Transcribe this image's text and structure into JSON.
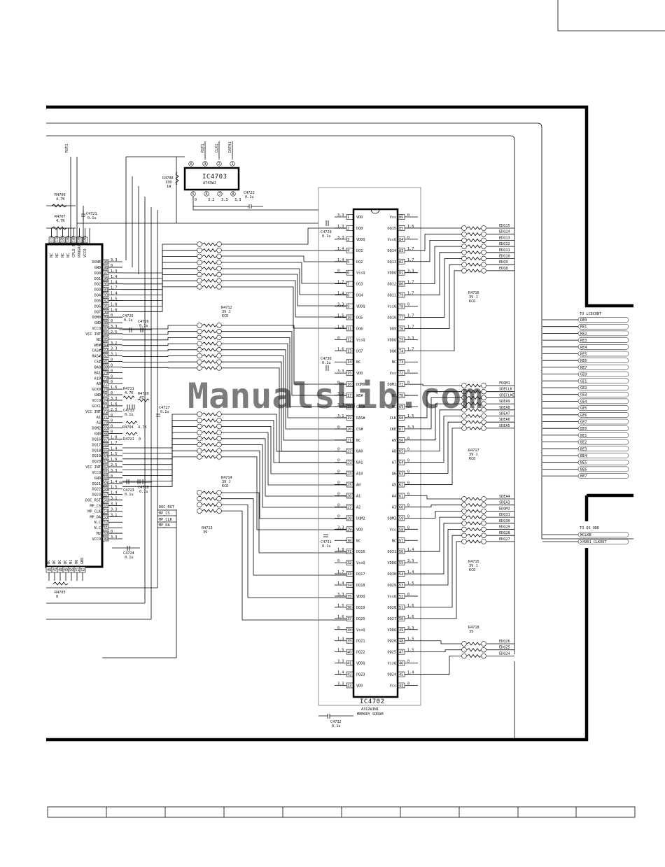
{
  "watermark": "ManualsLib.com",
  "left_ic": {
    "pins": [
      {
        "name": "DONE",
        "num": "96",
        "net": "3.3"
      },
      {
        "name": "GND",
        "num": "98",
        "net": "0"
      },
      {
        "name": "DQ0",
        "num": "97",
        "net": "1.3"
      },
      {
        "name": "DQ1",
        "num": "96",
        "net": "1.4"
      },
      {
        "name": "DQ2",
        "num": "95",
        "net": "1.4"
      },
      {
        "name": "DQ3",
        "num": "94",
        "net": "1.7"
      },
      {
        "name": "DQ4",
        "num": "93",
        "net": "1.4"
      },
      {
        "name": "DQ5",
        "num": "92",
        "net": "1.5"
      },
      {
        "name": "DQ6",
        "num": "91",
        "net": "1.8"
      },
      {
        "name": "DQ7",
        "num": "90",
        "net": "1.6"
      },
      {
        "name": "DQM0",
        "num": "89",
        "net": "0"
      },
      {
        "name": "GND",
        "num": "88",
        "net": "0"
      },
      {
        "name": "VCCO",
        "num": "87",
        "net": "3.3"
      },
      {
        "name": "VCC INT",
        "num": "86",
        "net": "2.5"
      },
      {
        "name": "NC",
        "num": "85",
        "net": ""
      },
      {
        "name": "WE#",
        "num": "84",
        "net": "3.2"
      },
      {
        "name": "CAS#",
        "num": "83",
        "net": "3.3"
      },
      {
        "name": "RAS#",
        "num": "82",
        "net": "3.1"
      },
      {
        "name": "CS#",
        "num": "81",
        "net": "0"
      },
      {
        "name": "BA0",
        "num": "80",
        "net": "0"
      },
      {
        "name": "BA1",
        "num": "79",
        "net": "0"
      },
      {
        "name": "A10",
        "num": "78",
        "net": "0"
      },
      {
        "name": "A0",
        "num": "77",
        "net": "0"
      },
      {
        "name": "GCK0",
        "num": "76",
        "net": "1.6"
      },
      {
        "name": "GND",
        "num": "75",
        "net": "0"
      },
      {
        "name": "VCCO",
        "num": "74",
        "net": "3.3"
      },
      {
        "name": "GCK1",
        "num": "73",
        "net": "1.6"
      },
      {
        "name": "VCC INT",
        "num": "72",
        "net": "2.5"
      },
      {
        "name": "A1",
        "num": "71",
        "net": "0"
      },
      {
        "name": "A2",
        "num": "70",
        "net": "0"
      },
      {
        "name": "DQM2",
        "num": "69",
        "net": "0"
      },
      {
        "name": "GND",
        "num": "68",
        "net": "0"
      },
      {
        "name": "DQ16",
        "num": "67",
        "net": "1.8"
      },
      {
        "name": "DQ17",
        "num": "66",
        "net": "1.7"
      },
      {
        "name": "DQ18",
        "num": "65",
        "net": "1.4"
      },
      {
        "name": "DQ19",
        "num": "64",
        "net": "1.5"
      },
      {
        "name": "DQ20",
        "num": "63",
        "net": "1.6"
      },
      {
        "name": "VCC INT",
        "num": "62",
        "net": "2.5"
      },
      {
        "name": "VCCO",
        "num": "61",
        "net": "3.3"
      },
      {
        "name": "GND",
        "num": "60",
        "net": "0"
      },
      {
        "name": "DQ21",
        "num": "59",
        "net": "1.4"
      },
      {
        "name": "DQ22",
        "num": "58",
        "net": "1.5"
      },
      {
        "name": "DQ23",
        "num": "57",
        "net": "1.4"
      },
      {
        "name": "DOC_RST",
        "num": "56",
        "net": "3.1"
      },
      {
        "name": "MP_CS",
        "num": "55",
        "net": "3.3"
      },
      {
        "name": "MP_CLK",
        "num": "54",
        "net": "3.3"
      },
      {
        "name": "MP_DA",
        "num": "53",
        "net": "3.1"
      },
      {
        "name": "N.C",
        "num": "52",
        "net": ""
      },
      {
        "name": "N.C",
        "num": "51",
        "net": ""
      },
      {
        "name": "M2",
        "num": "50",
        "net": "0"
      },
      {
        "name": "VCCO",
        "num": "49",
        "net": "3.3"
      }
    ],
    "top_pins": [
      "NC",
      "NC",
      "NC",
      "NC",
      "CPLD_RST",
      "PROGRAM",
      "VCCO"
    ],
    "top_nums": [
      "111",
      "110",
      "109",
      "108",
      "107",
      "106",
      "105"
    ],
    "bottom_pins": [
      "NC",
      "NC",
      "NC",
      "NC",
      "M1",
      "M0",
      "GND"
    ],
    "bottom_nums": [
      "46",
      "47",
      "48",
      "49",
      "50",
      "51",
      "52"
    ]
  },
  "ic4702": {
    "ref": "IC4702",
    "part": "A312WJN1",
    "desc": "MEMORY SDRAM",
    "left": [
      {
        "n": "1",
        "name": "VDD",
        "v": "3.3"
      },
      {
        "n": "2",
        "name": "DQ0",
        "v": "1.3"
      },
      {
        "n": "3",
        "name": "VDDQ",
        "v": "3.3"
      },
      {
        "n": "4",
        "name": "DQ1",
        "v": "1.4"
      },
      {
        "n": "5",
        "name": "DQ2",
        "v": "1.4"
      },
      {
        "n": "6",
        "name": "VssQ",
        "v": "0"
      },
      {
        "n": "7",
        "name": "DQ3",
        "v": "1.7"
      },
      {
        "n": "8",
        "name": "DQ4",
        "v": "1.4"
      },
      {
        "n": "9",
        "name": "VDDQ",
        "v": "3.3"
      },
      {
        "n": "10",
        "name": "DQ5",
        "v": "1.5"
      },
      {
        "n": "11",
        "name": "DQ6",
        "v": "1.8"
      },
      {
        "n": "12",
        "name": "VssQ",
        "v": "0"
      },
      {
        "n": "13",
        "name": "DQ7",
        "v": "1.6"
      },
      {
        "n": "14",
        "name": "NC",
        "v": ""
      },
      {
        "n": "15",
        "name": "VDD",
        "v": "3.3"
      },
      {
        "n": "16",
        "name": "DQM0",
        "v": "0"
      },
      {
        "n": "17",
        "name": "WE#",
        "v": "3.2"
      },
      {
        "n": "18",
        "name": "CAS#",
        "v": "3.3"
      },
      {
        "n": "19",
        "name": "RAS#",
        "v": "3.1"
      },
      {
        "n": "20",
        "name": "CS#",
        "v": "0"
      },
      {
        "n": "21",
        "name": "NC",
        "v": ""
      },
      {
        "n": "22",
        "name": "BA0",
        "v": "0"
      },
      {
        "n": "23",
        "name": "BA1",
        "v": "0"
      },
      {
        "n": "24",
        "name": "A10",
        "v": "0"
      },
      {
        "n": "25",
        "name": "A0",
        "v": "0"
      },
      {
        "n": "26",
        "name": "A1",
        "v": "0"
      },
      {
        "n": "27",
        "name": "A2",
        "v": "0"
      },
      {
        "n": "28",
        "name": "DQM2",
        "v": "0"
      },
      {
        "n": "29",
        "name": "VDD",
        "v": "3.3"
      },
      {
        "n": "30",
        "name": "NC",
        "v": ""
      },
      {
        "n": "31",
        "name": "DQ16",
        "v": "1.8"
      },
      {
        "n": "32",
        "name": "VssQ",
        "v": "0"
      },
      {
        "n": "33",
        "name": "DQ17",
        "v": "1.7"
      },
      {
        "n": "34",
        "name": "DQ18",
        "v": "1.4"
      },
      {
        "n": "35",
        "name": "VDDQ",
        "v": "3.3"
      },
      {
        "n": "36",
        "name": "DQ19",
        "v": "1.5"
      },
      {
        "n": "37",
        "name": "DQ20",
        "v": "1.6"
      },
      {
        "n": "38",
        "name": "VssQ",
        "v": "0"
      },
      {
        "n": "39",
        "name": "DQ21",
        "v": "1.4"
      },
      {
        "n": "40",
        "name": "DQ22",
        "v": "1.5"
      },
      {
        "n": "41",
        "name": "VDDQ",
        "v": "3.3"
      },
      {
        "n": "42",
        "name": "DQ23",
        "v": "1.4"
      },
      {
        "n": "43",
        "name": "VDD",
        "v": "3.3"
      }
    ],
    "right": [
      {
        "n": "86",
        "name": "Vss",
        "v": "0"
      },
      {
        "n": "85",
        "name": "DQ15",
        "v": "1.6"
      },
      {
        "n": "84",
        "name": "VssQ",
        "v": "0"
      },
      {
        "n": "83",
        "name": "DQ14",
        "v": "1.7"
      },
      {
        "n": "82",
        "name": "DQ13",
        "v": "1.7"
      },
      {
        "n": "81",
        "name": "VDDQ",
        "v": "3.3"
      },
      {
        "n": "80",
        "name": "DQ12",
        "v": "1.7"
      },
      {
        "n": "79",
        "name": "DQ11",
        "v": "1.7"
      },
      {
        "n": "78",
        "name": "VssQ",
        "v": "0"
      },
      {
        "n": "77",
        "name": "DQ10",
        "v": "1.7"
      },
      {
        "n": "76",
        "name": "DQ9",
        "v": "1.7"
      },
      {
        "n": "75",
        "name": "VDDQ",
        "v": "3.3"
      },
      {
        "n": "74",
        "name": "DQ8",
        "v": "1.7"
      },
      {
        "n": "73",
        "name": "NC",
        "v": ""
      },
      {
        "n": "72",
        "name": "Vss",
        "v": "0"
      },
      {
        "n": "71",
        "name": "DQM1",
        "v": "0"
      },
      {
        "n": "70",
        "name": "NC",
        "v": ""
      },
      {
        "n": "69",
        "name": "NC",
        "v": ""
      },
      {
        "n": "68",
        "name": "CLK",
        "v": "1.5"
      },
      {
        "n": "67",
        "name": "CKE",
        "v": "3.3"
      },
      {
        "n": "66",
        "name": "A9",
        "v": "0"
      },
      {
        "n": "65",
        "name": "A8",
        "v": "0"
      },
      {
        "n": "64",
        "name": "A7",
        "v": "0"
      },
      {
        "n": "63",
        "name": "A6",
        "v": "0"
      },
      {
        "n": "62",
        "name": "A5",
        "v": "0"
      },
      {
        "n": "61",
        "name": "A4",
        "v": "0"
      },
      {
        "n": "60",
        "name": "A3",
        "v": "0"
      },
      {
        "n": "59",
        "name": "DQM3",
        "v": "0"
      },
      {
        "n": "58",
        "name": "Vss",
        "v": "0"
      },
      {
        "n": "57",
        "name": "NC",
        "v": ""
      },
      {
        "n": "56",
        "name": "DQ31",
        "v": "1.4"
      },
      {
        "n": "55",
        "name": "VDDQ",
        "v": "3.3"
      },
      {
        "n": "54",
        "name": "DQ30",
        "v": "1.4"
      },
      {
        "n": "53",
        "name": "DQ29",
        "v": "1.5"
      },
      {
        "n": "52",
        "name": "VssQ",
        "v": "0"
      },
      {
        "n": "51",
        "name": "DQ28",
        "v": "1.6"
      },
      {
        "n": "50",
        "name": "DQ27",
        "v": "1.6"
      },
      {
        "n": "49",
        "name": "VDDQ",
        "v": "3.3"
      },
      {
        "n": "48",
        "name": "DQ26",
        "v": "1.5"
      },
      {
        "n": "47",
        "name": "DQ25",
        "v": "1.5"
      },
      {
        "n": "46",
        "name": "VssQ",
        "v": "0"
      },
      {
        "n": "45",
        "name": "DQ24",
        "v": "1.4"
      },
      {
        "n": "44",
        "name": "Vss",
        "v": "0"
      }
    ]
  },
  "ic4703": {
    "ref": "IC4703",
    "part": "A743WJ",
    "top_pins": [
      "RST1",
      "CLK1",
      "DATA1"
    ],
    "top_nums": [
      "6",
      "3",
      "2",
      "1"
    ],
    "bottom_nums": [
      "5",
      "6",
      "7",
      "8"
    ],
    "bottom_v": [
      "0",
      "3.2",
      "3.3",
      "3.3"
    ]
  },
  "labels": {
    "rst1": "RST1",
    "r4706": "R4706",
    "r4706_v": "4.7K",
    "r4707": "R4707",
    "r4707_v": "4.7K",
    "c4721": "C4721",
    "c4721_v": "0.1u",
    "r4708": "R4708",
    "r4708_v": "330",
    "r4708_t": "1W",
    "c4722": "C4722",
    "c4722_v": "0.1u",
    "c4729": "C4729",
    "c4729_v": "0.1u",
    "c4730": "C4730",
    "c4730_v": "0.1u",
    "c4731": "C4731",
    "c4731_v": "0.1u",
    "c4732": "C4732",
    "c4732_v": "0.1u",
    "c4725": "C4725",
    "c4725_v": "0.1u",
    "c4726": "C4726",
    "c4726_v": "0.1u",
    "c4727": "C4727",
    "c4727_v": "0.1u",
    "c4723": "C4723",
    "c4723_v": "0.1u",
    "c4724": "C4724",
    "c4724_v": "0.1u",
    "c4728": "C4728",
    "c4728_v": "0.1u",
    "c4733": "C4733",
    "c4733_v": "0.1u",
    "r4711": "R4711",
    "r4711_v": "4.7K",
    "r4720": "R4720",
    "r4720_v": "47",
    "r4704": "R4704",
    "r4704_v": "4.7K",
    "r4721": "R4721",
    "r4721_v": "0",
    "r4705": "R4705",
    "r4705_v": "0",
    "r4712": "R4712",
    "r4712_v": "39 J",
    "r4712_t": "KCD",
    "r4714": "R4714",
    "r4714_v": "39 J",
    "r4714_t": "KCD",
    "r4713": "R4713",
    "r4713_v": "39",
    "r4716": "R4716",
    "r4716_v": "39 J",
    "r4716_t": "KCD",
    "r4717": "R4717",
    "r4717_v": "39 J",
    "r4717_t": "KCD",
    "r4715": "R4715",
    "r4715_v": "39 J",
    "r4715_t": "KCD",
    "r4718": "R4718",
    "r4718_v": "39",
    "ctrl_mpcs": "MP_CS",
    "ctrl_docrst": "DOC_RST",
    "ctrl_mpclk": "MP_CLK",
    "ctrl_mpda": "MP_DA"
  },
  "pack_edq_hi": [
    "EDQ15",
    "EDQ14",
    "EDQ13",
    "EDQ12",
    "EDQ11",
    "EDQ10",
    "EDQ9",
    "EDQ8"
  ],
  "pack_sde": [
    "FDQM1",
    "SDECLK",
    "SDECLKE",
    "SDEA9",
    "SDEA8",
    "SDEA7",
    "SDEA6",
    "SDEA5"
  ],
  "pack_sdea_lo": [
    "SDEA4",
    "SDEA3",
    "EDQM3",
    "EDQ31",
    "EDQ30",
    "EDQ29",
    "EDQ28",
    "EDQ27"
  ],
  "pack_edq_lo": [
    "EDQ26",
    "EDQ25",
    "EDQ24"
  ],
  "lcd": {
    "title": "TO LCDCONT",
    "signals": [
      "RE0",
      "RE1",
      "RE2",
      "RE3",
      "RE4",
      "RE5",
      "RE6",
      "RE7",
      "GE0",
      "GE1",
      "GE2",
      "GE3",
      "GE4",
      "GE5",
      "GE6",
      "GE7",
      "BE0",
      "BE1",
      "BE2",
      "BE3",
      "BE4",
      "BE5",
      "BE6",
      "BE7"
    ]
  },
  "qs": {
    "title": "TO QS_ODD",
    "signals": [
      "MCLKB",
      "X4901_CLKOUT"
    ]
  }
}
